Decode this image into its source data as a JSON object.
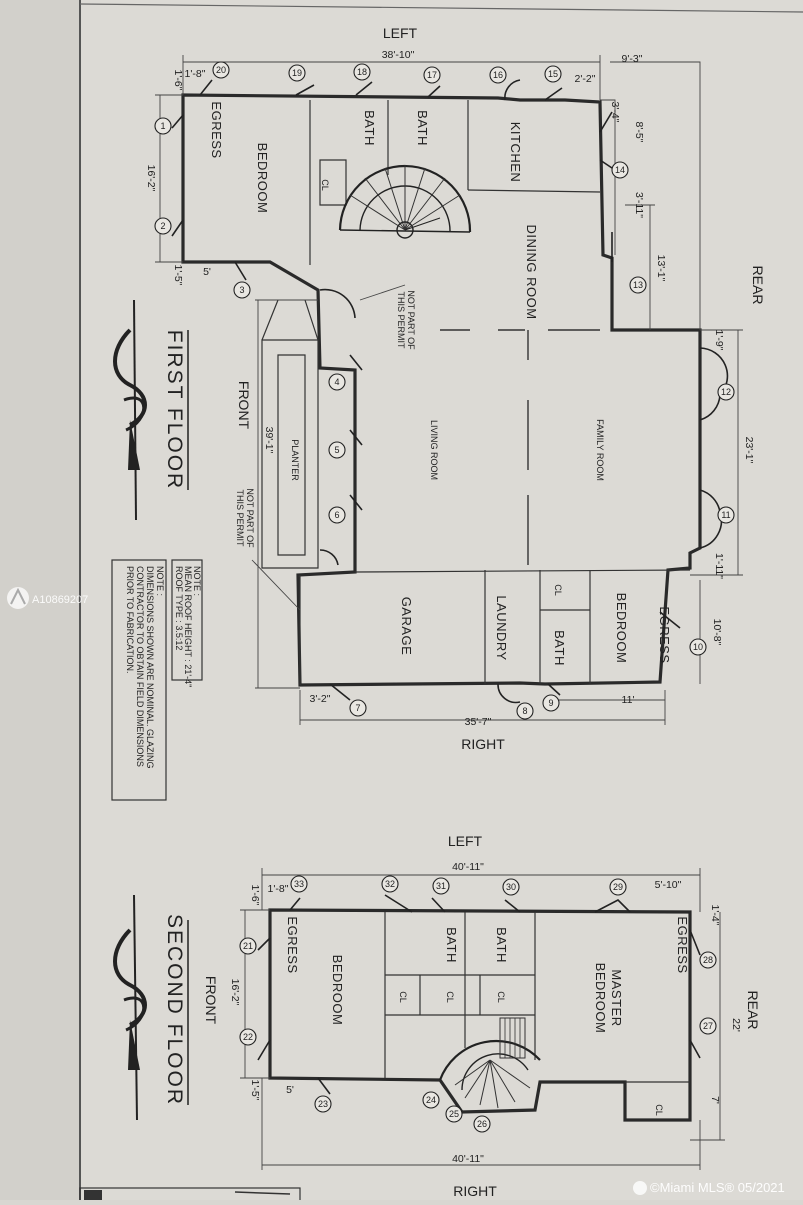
{
  "first_floor": {
    "title": "FIRST FLOOR",
    "sides": {
      "top": "LEFT",
      "bottom": "RIGHT",
      "left": "FRONT",
      "right": "REAR"
    },
    "rooms": {
      "egress_1": "EGRESS",
      "bedroom_1": "BEDROOM",
      "bath_1": "BATH",
      "bath_2": "BATH",
      "kitchen": "KITCHEN",
      "dining": "DINING ROOM",
      "living": "LIVING ROOM",
      "family": "FAMILY ROOM",
      "closet_1": "CL",
      "closet_2": "CL",
      "laundry": "LAUNDRY",
      "bath_3": "BATH",
      "bedroom_2": "BEDROOM",
      "egress_2": "EGRESS",
      "garage": "GARAGE",
      "planter": "PLANTER"
    },
    "dimensions": {
      "top_total": "38'-10\"",
      "rear_top": "9'-3\"",
      "d_1_8": "1'-8\"",
      "d_1_6": "1'-6\"",
      "d_16_2": "16'-2\"",
      "d_1_5": "1'-5\"",
      "d_5": "5'",
      "d_2_2": "2'-2\"",
      "d_3_4": "3'-4\"",
      "d_8_5": "8'-5\"",
      "d_3_11": "3'-11\"",
      "d_13_1": "13'-1\"",
      "d_1_9": "1'-9\"",
      "d_23_1": "23'-1\"",
      "d_1_11": "1'-11\"",
      "d_10_8": "10'-8\"",
      "d_11": "11'",
      "d_3_2": "3'-2\"",
      "bottom_total": "35'-7\"",
      "d_39_1": "39'-1\""
    },
    "notes": {
      "not_part_1": [
        "NOT PART OF",
        "THIS PERMIT"
      ],
      "not_part_2": [
        "NOT PART OF",
        "THIS PERMIT"
      ],
      "note_box": [
        "NOTE :",
        "MEAN ROOF HEIGHT : 21'-4\"",
        "ROOF TYPE : 3.5:12"
      ],
      "note_box_2": [
        "NOTE :",
        "DIMENSIONS SHOWN ARE NOMINAL. GLAZING",
        "CONTRACTOR TO OBTAIN FIELD DIMENSIONS",
        "PRIOR TO FABRICATION."
      ]
    },
    "window_tags": [
      "1",
      "2",
      "3",
      "4",
      "5",
      "6",
      "7",
      "8",
      "9",
      "10",
      "11",
      "12",
      "13",
      "14",
      "15",
      "16",
      "17",
      "18",
      "19",
      "20"
    ]
  },
  "second_floor": {
    "title": "SECOND FLOOR",
    "sides": {
      "top": "LEFT",
      "bottom": "RIGHT",
      "left": "FRONT",
      "right": "REAR"
    },
    "rooms": {
      "egress_1": "EGRESS",
      "bedroom": "BEDROOM",
      "bath_1": "BATH",
      "bath_2": "BATH",
      "master": [
        "MASTER",
        "BEDROOM"
      ],
      "egress_2": "EGRESS",
      "cl_1": "CL",
      "cl_2": "CL",
      "cl_3": "CL",
      "cl_4": "CL"
    },
    "dimensions": {
      "top_total": "40'-11\"",
      "d_5_10": "5'-10\"",
      "d_1_8": "1'-8\"",
      "d_1_6": "1'-6\"",
      "d_16_2": "16'-2\"",
      "d_1_5": "1'-5\"",
      "d_5": "5'",
      "d_1_4": "1'-4\"",
      "d_22": "22'",
      "d_7": "7'",
      "bottom_total": "40'-11\""
    },
    "window_tags": [
      "21",
      "22",
      "23",
      "24",
      "25",
      "26",
      "27",
      "28",
      "29",
      "30",
      "31",
      "32",
      "33"
    ]
  },
  "watermarks": {
    "id": "A10869207",
    "mls": "©Miami MLS® 05/2021"
  },
  "colors": {
    "paper": "#d8d6d1",
    "ink": "#2a2a2a"
  }
}
